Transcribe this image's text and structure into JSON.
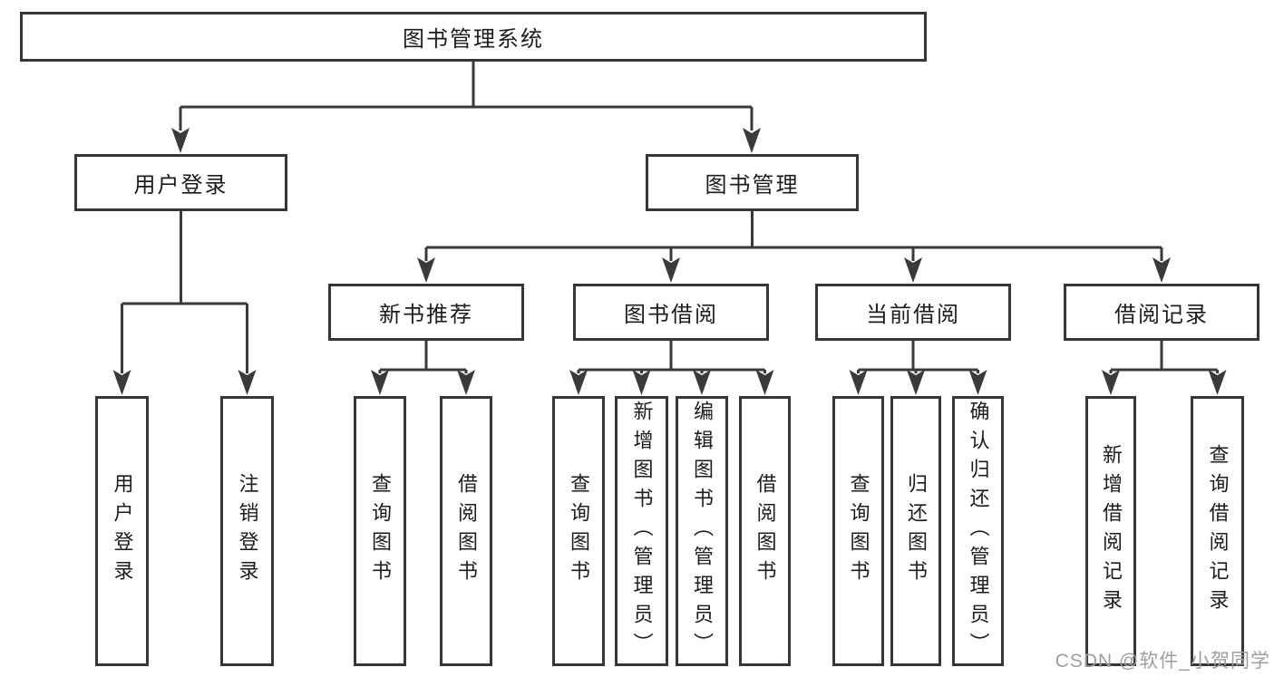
{
  "diagram": {
    "root": {
      "label": "图书管理系统"
    },
    "level2": [
      {
        "id": "user-login",
        "label": "用户登录"
      },
      {
        "id": "book-management",
        "label": "图书管理"
      }
    ],
    "level3": [
      {
        "id": "new-book-recommend",
        "label": "新书推荐"
      },
      {
        "id": "book-borrow",
        "label": "图书借阅"
      },
      {
        "id": "current-borrow",
        "label": "当前借阅"
      },
      {
        "id": "borrow-records",
        "label": "借阅记录"
      }
    ],
    "leaves": [
      {
        "id": "user-login-leaf",
        "label": "用户登录"
      },
      {
        "id": "logout",
        "label": "注销登录"
      },
      {
        "id": "nb-query-books",
        "label": "查询图书"
      },
      {
        "id": "nb-borrow-books",
        "label": "借阅图书"
      },
      {
        "id": "bb-query-books",
        "label": "查询图书"
      },
      {
        "id": "bb-add-books",
        "label": "新增图书（管理员）"
      },
      {
        "id": "bb-edit-books",
        "label": "编辑图书（管理员）"
      },
      {
        "id": "bb-borrow-books",
        "label": "借阅图书"
      },
      {
        "id": "cb-query-books",
        "label": "查询图书"
      },
      {
        "id": "cb-return-books",
        "label": "归还图书"
      },
      {
        "id": "cb-confirm-return",
        "label": "确认归还（管理员）"
      },
      {
        "id": "br-add-record",
        "label": "新增借阅记录"
      },
      {
        "id": "br-query-record",
        "label": "查询借阅记录"
      }
    ]
  },
  "watermark": {
    "text": "CSDN @软件_小贺同学"
  },
  "colors": {
    "line": "#3a3a3a",
    "border": "#363636",
    "fill": "#ffffff",
    "text": "#1c1c1c",
    "watermark": "#9e9e9e"
  }
}
